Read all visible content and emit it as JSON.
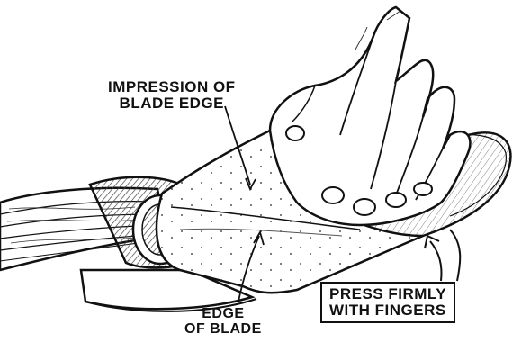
{
  "labels": {
    "impression": [
      "IMPRESSION OF",
      "BLADE EDGE"
    ],
    "edge": [
      "EDGE",
      "OF BLADE"
    ],
    "press": [
      "PRESS FIRMLY",
      "WITH FINGERS"
    ]
  },
  "colors": {
    "ink": "#111111",
    "paper": "#ffffff",
    "hatch": "#555555"
  }
}
